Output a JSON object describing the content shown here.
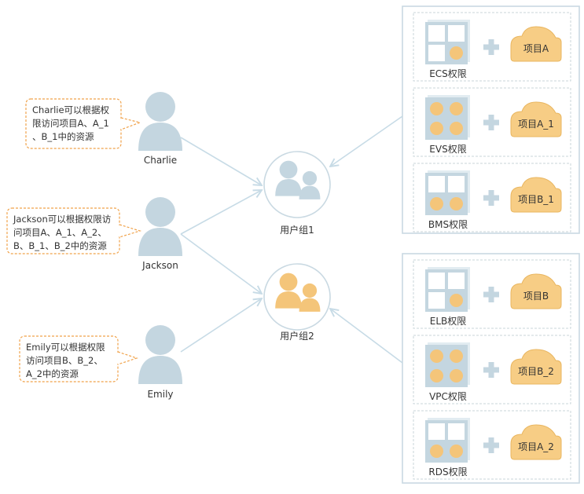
{
  "colors": {
    "person": "#c4d6e0",
    "orange": "#f4c57a",
    "panel_border": "#c9d9e2",
    "dash": "#c9d4da",
    "cloud": "#f7cd85",
    "cloud_border": "#e9b660",
    "callout_border": "#f0a24a",
    "connector": "#c7dbe6",
    "plus": "#c4d6e0"
  },
  "users": [
    {
      "name": "Charlie",
      "note": [
        "Charlie可以根据权",
        "限访问项目A、A_1",
        "、B_1中的资源"
      ]
    },
    {
      "name": "Jackson",
      "note": [
        "Jackson可以根据权限访",
        "问项目A、A_1、A_2、",
        "B、B_1、B_2中的资源"
      ]
    },
    {
      "name": "Emily",
      "note": [
        "Emily可以根据权限",
        "访问项目B、B_2、",
        "A_2中的资源"
      ]
    }
  ],
  "groups": [
    {
      "label": "用户组1",
      "icon": "blue-user-group-icon"
    },
    {
      "label": "用户组2",
      "icon": "orange-user-group-icon"
    }
  ],
  "permission_panels": [
    {
      "rows": [
        {
          "service": "ECS权限",
          "project": "项目A",
          "icon": "ecs-icon"
        },
        {
          "service": "EVS权限",
          "project": "项目A_1",
          "icon": "evs-icon"
        },
        {
          "service": "BMS权限",
          "project": "项目B_1",
          "icon": "bms-icon"
        }
      ]
    },
    {
      "rows": [
        {
          "service": "ELB权限",
          "project": "项目B",
          "icon": "elb-icon"
        },
        {
          "service": "VPC权限",
          "project": "项目B_2",
          "icon": "vpc-icon"
        },
        {
          "service": "RDS权限",
          "project": "项目A_2",
          "icon": "rds-icon"
        }
      ]
    }
  ]
}
